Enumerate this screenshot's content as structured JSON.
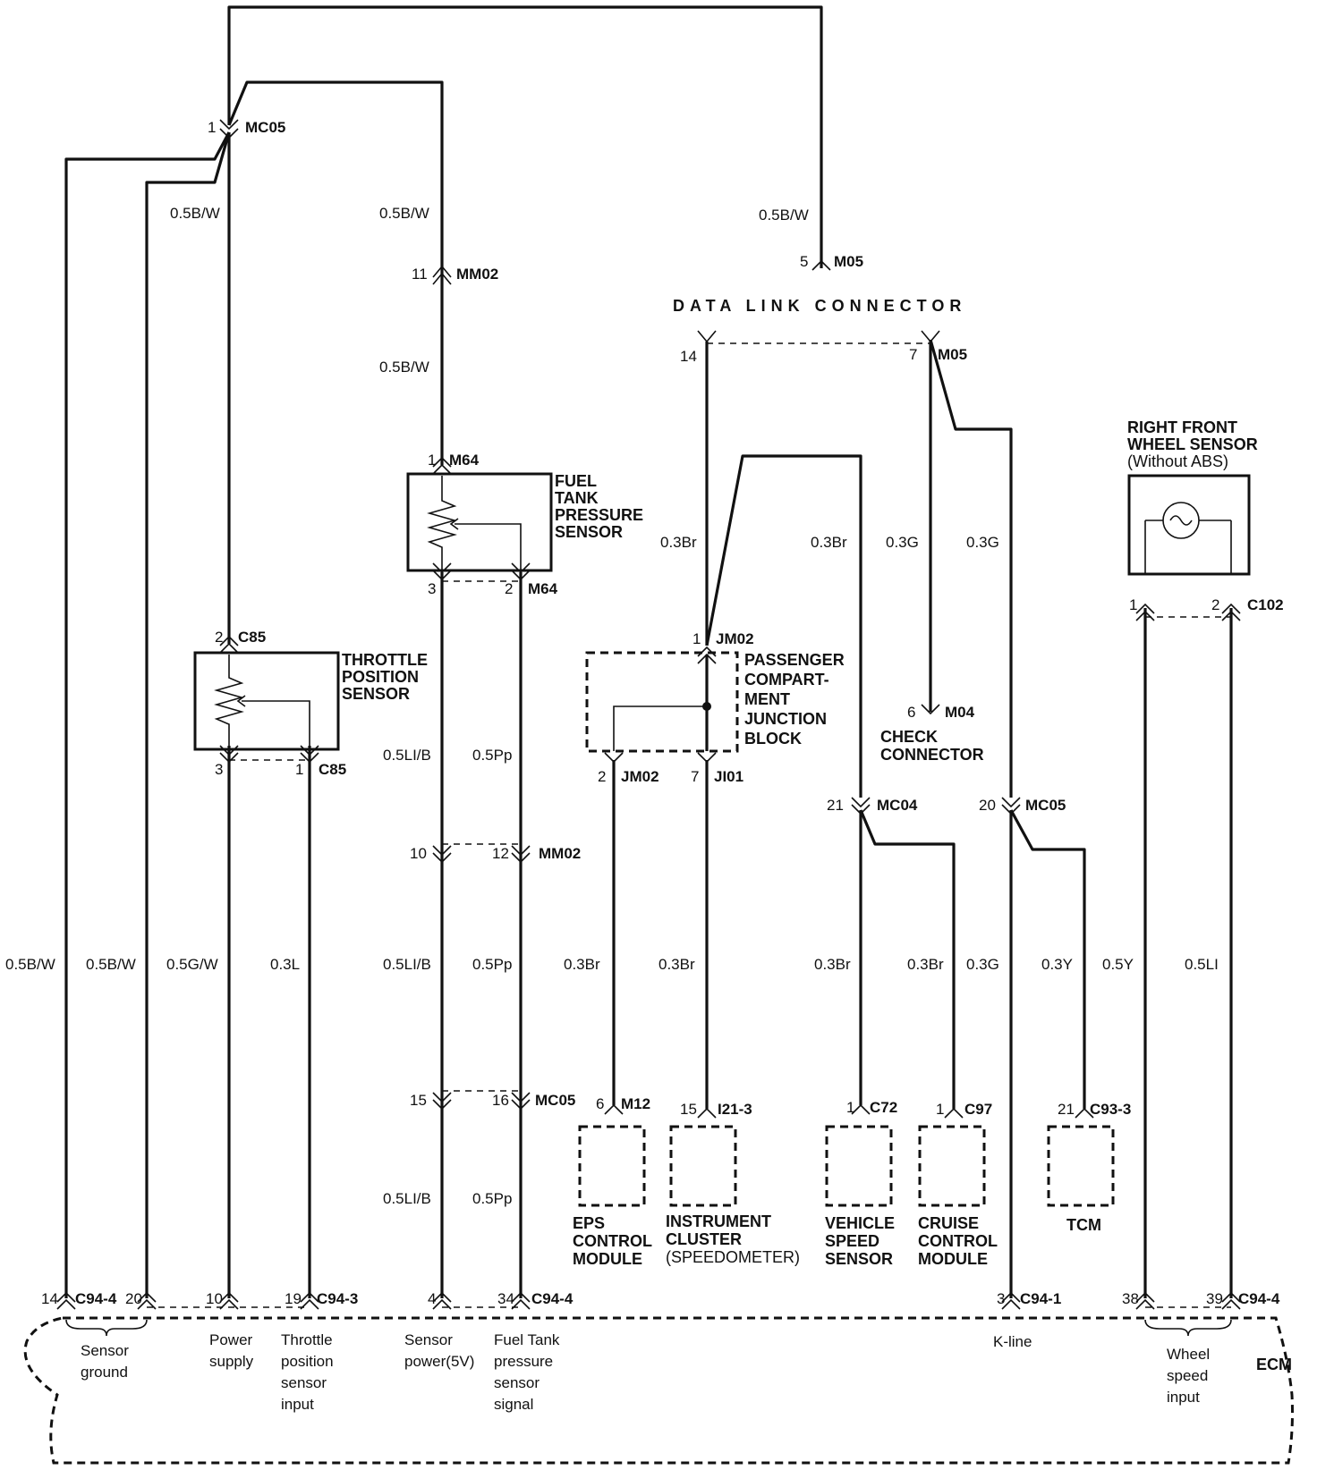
{
  "connectors": {
    "mc05_top": {
      "pin": "1",
      "id": "MC05"
    },
    "mm02_top": {
      "pin": "11",
      "id": "MM02"
    },
    "m05_dlc": {
      "pin": "5",
      "id": "M05"
    },
    "dlc_left": {
      "pin": "14"
    },
    "dlc_right": {
      "pin": "7",
      "id": "M05"
    },
    "m64_top": {
      "pin": "1",
      "id": "M64"
    },
    "m64_bottom": {
      "pin_left": "3",
      "pin_right": "2",
      "id": "M64"
    },
    "c85_top": {
      "pin": "2",
      "id": "C85"
    },
    "c85_bottom": {
      "pin_left": "3",
      "pin_right": "1",
      "id": "C85"
    },
    "jm02_top": {
      "pin": "1",
      "id": "JM02"
    },
    "jm02_bottom": {
      "pin": "2",
      "id": "JM02"
    },
    "ji01": {
      "pin": "7",
      "id": "JI01"
    },
    "m04": {
      "pin": "6",
      "id": "M04"
    },
    "mc04": {
      "pin": "21",
      "id": "MC04"
    },
    "mc05_mid": {
      "pin": "20",
      "id": "MC05"
    },
    "c102": {
      "pin_left": "1",
      "pin_right": "2",
      "id": "C102"
    },
    "mm02_mid": {
      "pin_left": "10",
      "pin_right": "12",
      "id": "MM02"
    },
    "mc05_low": {
      "pin_left": "15",
      "pin_right": "16",
      "id": "MC05"
    },
    "m12": {
      "pin": "6",
      "id": "M12"
    },
    "i21": {
      "pin": "15",
      "id": "I21-3"
    },
    "c72": {
      "pin": "1",
      "id": "C72"
    },
    "c97": {
      "pin": "1",
      "id": "C97"
    },
    "c93": {
      "pin": "21",
      "id": "C93-3"
    }
  },
  "components": {
    "data_link": "DATA LINK CONNECTOR",
    "fuel_tank_sensor": [
      "FUEL",
      "TANK",
      "PRESSURE",
      "SENSOR"
    ],
    "throttle_sensor": [
      "THROTTLE",
      "POSITION",
      "SENSOR"
    ],
    "junction_block": [
      "PASSENGER",
      "COMPART-",
      "MENT",
      "JUNCTION",
      "BLOCK"
    ],
    "check_connector": [
      "CHECK",
      "CONNECTOR"
    ],
    "wheel_sensor": [
      "RIGHT FRONT",
      "WHEEL SENSOR",
      "(Without ABS)"
    ],
    "eps": [
      "EPS",
      "CONTROL",
      "MODULE"
    ],
    "cluster": [
      "INSTRUMENT",
      "CLUSTER",
      "(SPEEDOMETER)"
    ],
    "vss": [
      "VEHICLE",
      "SPEED",
      "SENSOR"
    ],
    "cruise": [
      "CRUISE",
      "CONTROL",
      "MODULE"
    ],
    "tcm": "TCM",
    "ecm": "ECM"
  },
  "wire_labels": {
    "w1": "0.5B/W",
    "w2": "0.5B/W",
    "w3": "0.5B/W",
    "w4": "0.5B/W",
    "w5": "0.3Br",
    "w6": "0.3Br",
    "w7": "0.3G",
    "w8": "0.3G",
    "w9": "0.5LI/B",
    "w10": "0.5Pp",
    "w11": "0.5B/W",
    "w12": "0.5B/W",
    "w13": "0.5G/W",
    "w14": "0.3L",
    "w15": "0.5LI/B",
    "w16": "0.5Pp",
    "w17": "0.3Br",
    "w18": "0.3Br",
    "w19": "0.3Br",
    "w20": "0.3Br",
    "w21": "0.3G",
    "w22": "0.3Y",
    "w23": "0.5Y",
    "w24": "0.5LI",
    "w25": "0.5LI/B",
    "w26": "0.5Pp"
  },
  "ecm_pins": {
    "p14": "14",
    "c94_4a": "C94-4",
    "p20": "20",
    "p10": "10",
    "p19": "19",
    "c94_3": "C94-3",
    "p4": "4",
    "p34": "34",
    "c94_4b": "C94-4",
    "p3": "3",
    "c94_1": "C94-1",
    "p38": "38",
    "p39": "39",
    "c94_4c": "C94-4"
  },
  "ecm_labels": {
    "sensor_ground": [
      "Sensor",
      "ground"
    ],
    "power_supply": [
      "Power",
      "supply"
    ],
    "tps_input": [
      "Throttle",
      "position",
      "sensor",
      "input"
    ],
    "sensor_power": [
      "Sensor",
      "power(5V)"
    ],
    "fuel_signal": [
      "Fuel Tank",
      "pressure",
      "sensor",
      "signal"
    ],
    "kline": "K-line",
    "wheel_input": [
      "Wheel",
      "speed",
      "input"
    ]
  }
}
